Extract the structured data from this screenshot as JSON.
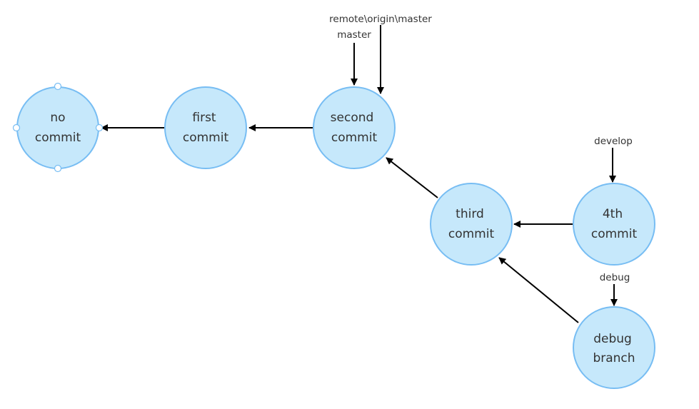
{
  "diagram": {
    "nodes": [
      {
        "id": "no-commit",
        "lines": [
          "no",
          "commit"
        ],
        "selected": true
      },
      {
        "id": "first-commit",
        "lines": [
          "first",
          "commit"
        ]
      },
      {
        "id": "second-commit",
        "lines": [
          "second",
          "commit"
        ]
      },
      {
        "id": "third-commit",
        "lines": [
          "third",
          "commit"
        ]
      },
      {
        "id": "4th-commit",
        "lines": [
          "4th",
          "commit"
        ]
      },
      {
        "id": "debug-branch",
        "lines": [
          "debug",
          "branch"
        ]
      }
    ],
    "edges": [
      {
        "from": "first-commit",
        "to": "no-commit"
      },
      {
        "from": "second-commit",
        "to": "first-commit"
      },
      {
        "from": "third-commit",
        "to": "second-commit"
      },
      {
        "from": "4th-commit",
        "to": "third-commit"
      },
      {
        "from": "debug-branch",
        "to": "third-commit"
      }
    ],
    "labels": [
      {
        "id": "remote-origin-master",
        "text": "remote\\origin\\master",
        "points_to": "second-commit"
      },
      {
        "id": "master",
        "text": "master",
        "points_to": "second-commit"
      },
      {
        "id": "develop",
        "text": "develop",
        "points_to": "4th-commit"
      },
      {
        "id": "debug",
        "text": "debug",
        "points_to": "debug-branch"
      }
    ],
    "colors": {
      "node_fill": "#c6e8fb",
      "node_stroke": "#77bdf3",
      "edge": "#000000",
      "text": "#333333"
    }
  }
}
